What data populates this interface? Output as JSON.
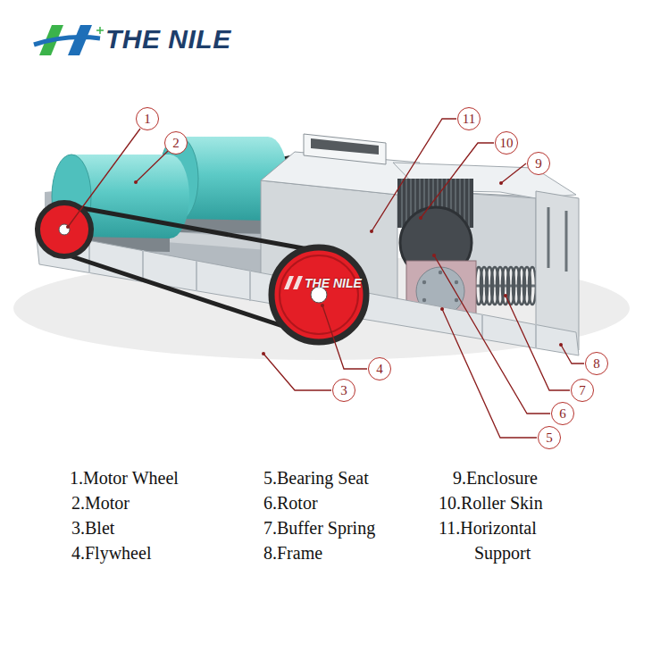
{
  "diagram": {
    "nodes": [
      {
        "text": [
          "1"
        ]
      },
      {
        "text": [
          "2"
        ]
      },
      {
        "text": [
          "3"
        ]
      },
      {
        "text": [
          "4"
        ]
      },
      {
        "text": [
          "5"
        ]
      },
      {
        "text": [
          "6"
        ]
      },
      {
        "text": [
          "7"
        ]
      },
      {
        "text": [
          "8"
        ]
      },
      {
        "text": [
          "9"
        ]
      },
      {
        "text": [
          "10"
        ]
      },
      {
        "text": [
          "11"
        ]
      }
    ],
    "labels": [
      "THE NILE",
      "THE NILE",
      "1.Motor Wheel",
      "2.Motor",
      "3.Blet",
      "4.Flywheel",
      "5.Bearing Seat",
      "6.Rotor",
      "7.Buffer Spring",
      "8.Frame",
      "9.Enclosure",
      "10.Roller Skin",
      "11.Horizontal Support"
    ]
  }
}
